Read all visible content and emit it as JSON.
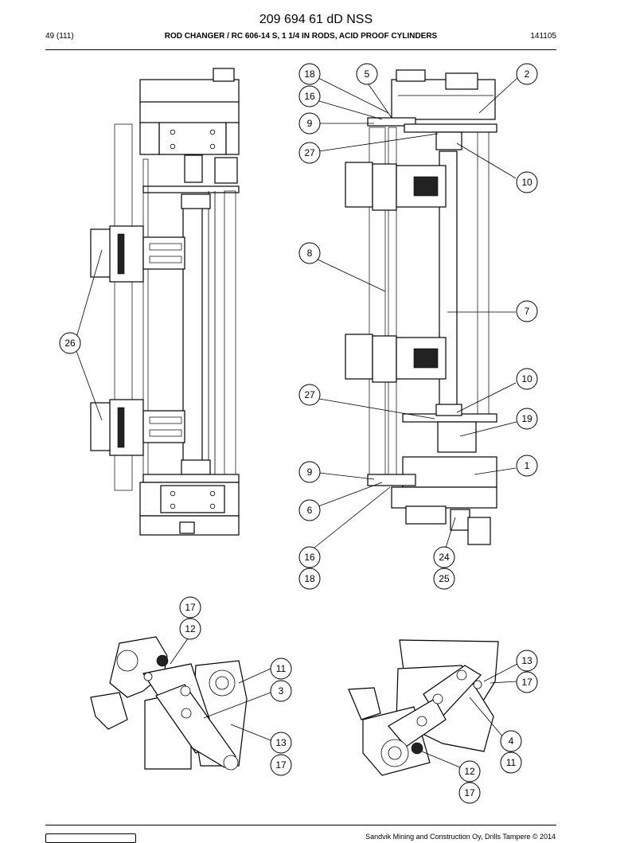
{
  "header": {
    "doc_number": "209 694 61 dD NSS",
    "page": "49 (111)",
    "title": "ROD CHANGER / RC 606-14 S, 1 1/4 IN RODS, ACID PROOF CYLINDERS",
    "code": "141105"
  },
  "footer": {
    "copyright": "Sandvik Mining and Construction Oy, Drills Tampere © 2014"
  },
  "callouts": [
    "18",
    "5",
    "2",
    "16",
    "9",
    "27",
    "10",
    "8",
    "7",
    "26",
    "10",
    "27",
    "19",
    "9",
    "1",
    "6",
    "16",
    "24",
    "18",
    "25",
    "17",
    "12",
    "11",
    "3",
    "13",
    "17",
    "13",
    "17",
    "4",
    "11",
    "12",
    "17"
  ]
}
